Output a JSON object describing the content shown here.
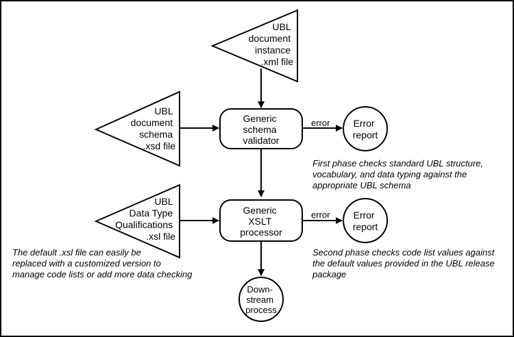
{
  "diagram": {
    "instance_doc": {
      "lines": [
        "UBL",
        "document",
        "instance",
        ".xml file"
      ]
    },
    "schema_doc": {
      "lines": [
        "UBL",
        "document",
        "schema",
        ".xsd file"
      ]
    },
    "dtq_doc": {
      "lines": [
        "UBL",
        "Data Type",
        "Qualifications",
        ".xsl file"
      ]
    },
    "schema_validator": {
      "lines": [
        "Generic",
        "schema",
        "validator"
      ]
    },
    "xslt_processor": {
      "lines": [
        "Generic",
        "XSLT",
        "processor"
      ]
    },
    "error_report_1": {
      "lines": [
        "Error",
        "report"
      ]
    },
    "error_report_2": {
      "lines": [
        "Error",
        "report"
      ]
    },
    "downstream": {
      "lines": [
        "Down-",
        "stream",
        "process"
      ]
    },
    "edge_error_1": "error",
    "edge_error_2": "error",
    "note_phase1": {
      "lines": [
        "First phase checks standard UBL structure,",
        "vocabulary, and data typing against the",
        "appropriate UBL schema"
      ]
    },
    "note_phase2": {
      "lines": [
        "Second phase checks code list values against",
        "the default values provided in the UBL release",
        "package"
      ]
    },
    "note_xsl": {
      "lines": [
        "The default .xsl file can easily be",
        "replaced with a customized version to",
        "manage code lists or add more data checking"
      ]
    }
  }
}
